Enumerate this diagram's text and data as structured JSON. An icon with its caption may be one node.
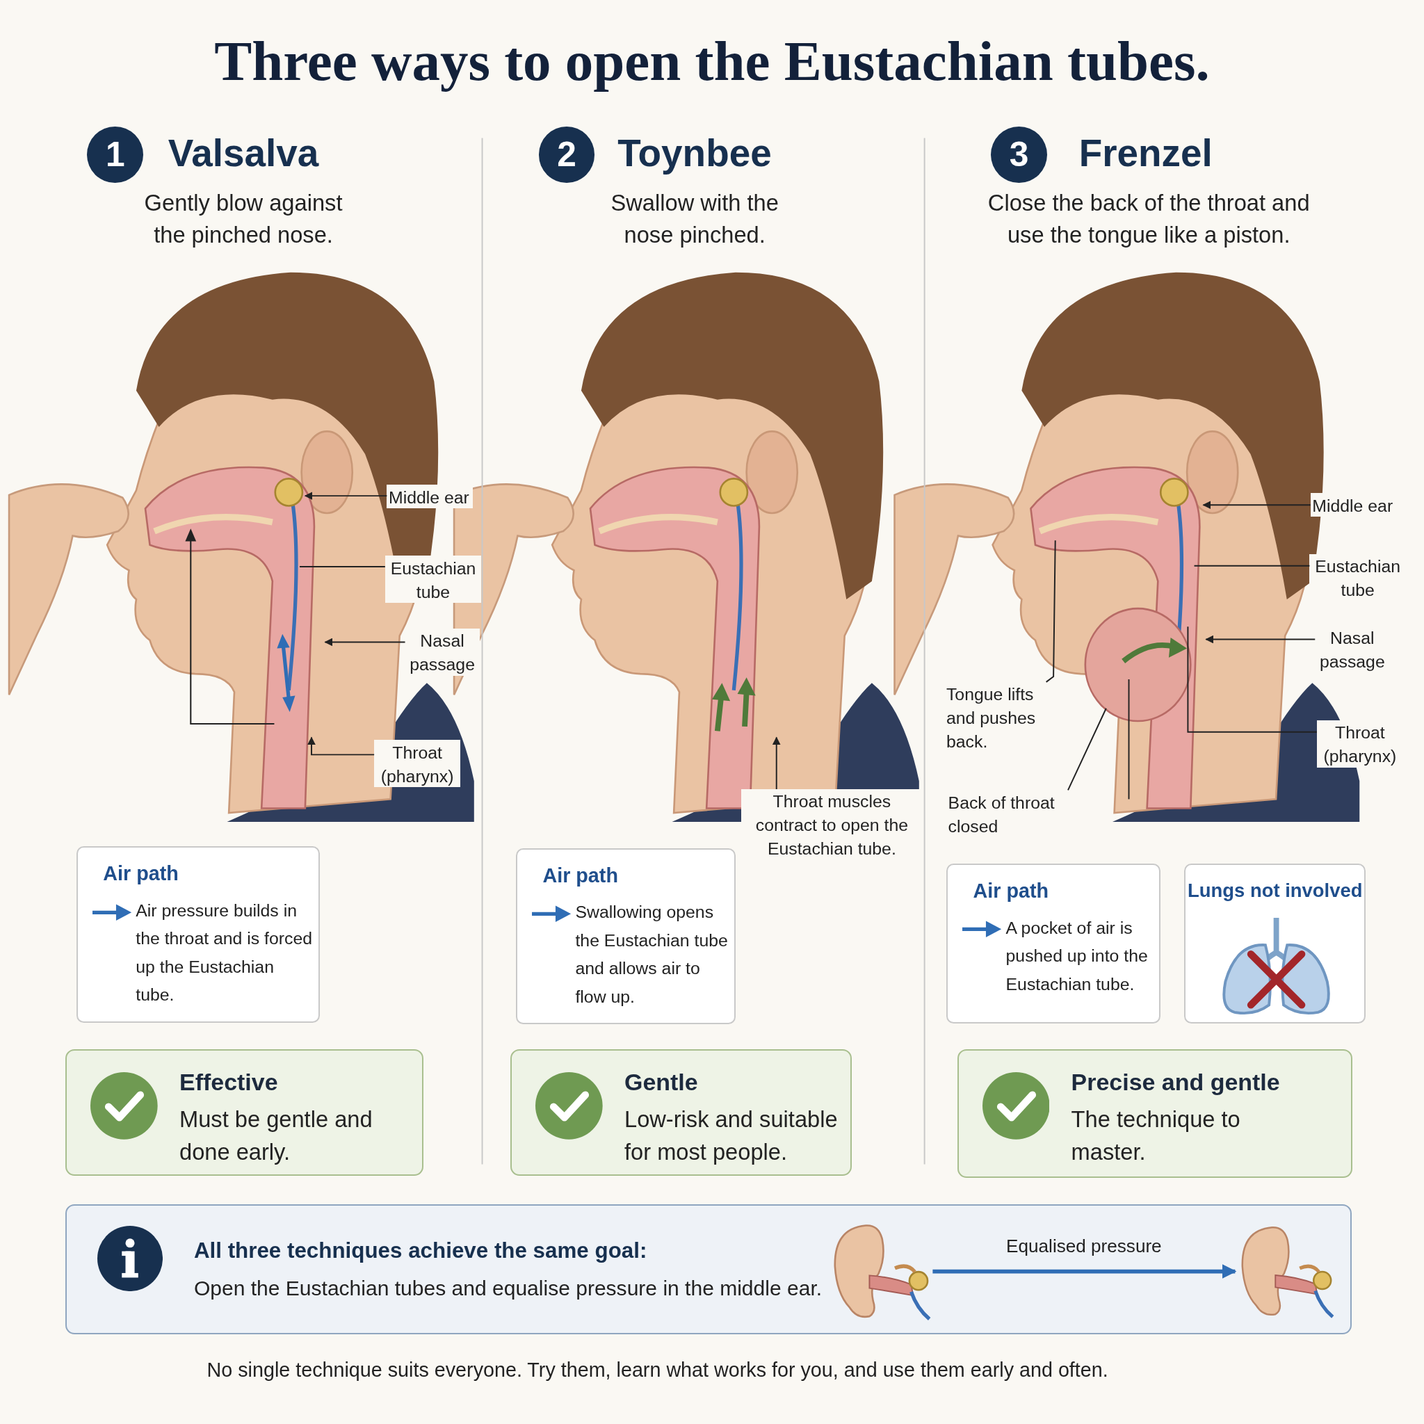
{
  "diagram": {
    "title": "Three ways to open the Eustachian tubes.",
    "caption": "No single technique suits everyone. Try them, learn what works for you, and use them early and often.",
    "nodes": [
      {
        "text": [
          "Middle ear"
        ]
      },
      {
        "text": [
          "Eustachian tube"
        ]
      },
      {
        "text": [
          "Nasal passage"
        ]
      },
      {
        "text": [
          "Throat (pharynx)"
        ]
      },
      {
        "text": [
          "Air path",
          "Air pressure builds in the throat and is forced up the Eustachian tube."
        ]
      },
      {
        "text": [
          "Effective",
          "Must be gentle and done early."
        ]
      },
      {
        "text": [
          "Throat muscles contract to open the Eustachian tube."
        ]
      },
      {
        "text": [
          "Air path",
          "Swallowing opens the Eustachian tube and allows air to flow up."
        ]
      },
      {
        "text": [
          "Gentle",
          "Low-risk and suitable for most people."
        ]
      },
      {
        "text": [
          "Middle ear"
        ]
      },
      {
        "text": [
          "Eustachian tube"
        ]
      },
      {
        "text": [
          "Nasal passage"
        ]
      },
      {
        "text": [
          "Throat (pharynx)"
        ]
      },
      {
        "text": [
          "Tongue lifts and pushes back."
        ]
      },
      {
        "text": [
          "Back of throat closed"
        ]
      },
      {
        "text": [
          "Air path",
          "A pocket of air is pushed up into the Eustachian tube."
        ]
      },
      {
        "text": [
          "Lungs not involved"
        ]
      },
      {
        "text": [
          "Precise and gentle",
          "The technique to master."
        ]
      },
      {
        "text": [
          "All three techniques achieve the same goal:",
          "Open the Eustachian tubes and equalise pressure in the middle ear."
        ]
      },
      {
        "text": [],
        "shape": "picture",
        "in": 18
      },
      {
        "text": [],
        "shape": "picture",
        "in": 18
      }
    ],
    "edges": [
      {
        "from": 0,
        "to": null,
        "arrow": "to"
      },
      {
        "from": 1,
        "to": null,
        "arrow": "none"
      },
      {
        "from": 2,
        "to": null,
        "arrow": "to"
      },
      {
        "from": 3,
        "to": null,
        "arrow": "to"
      },
      {
        "from": 6,
        "to": null,
        "arrow": "to"
      },
      {
        "from": 9,
        "to": null,
        "arrow": "to"
      },
      {
        "from": 10,
        "to": null,
        "arrow": "none"
      },
      {
        "from": 11,
        "to": null,
        "arrow": "to"
      },
      {
        "from": 12,
        "to": null,
        "arrow": "none"
      },
      {
        "from": 13,
        "to": null,
        "arrow": "none"
      },
      {
        "from": 14,
        "to": null,
        "arrow": "none"
      },
      {
        "from": 19,
        "to": 20,
        "arrow": "to",
        "label": "Equalised pressure",
        "style": "thick",
        "color": "#2f6db5"
      }
    ],
    "labels": [
      "1",
      "Valsalva",
      "Gently blow against the pinched nose.",
      "2",
      "Toynbee",
      "Swallow with the nose pinched.",
      "3",
      "Frenzel",
      "Close the back of the throat and use the tongue like a piston."
    ]
  }
}
